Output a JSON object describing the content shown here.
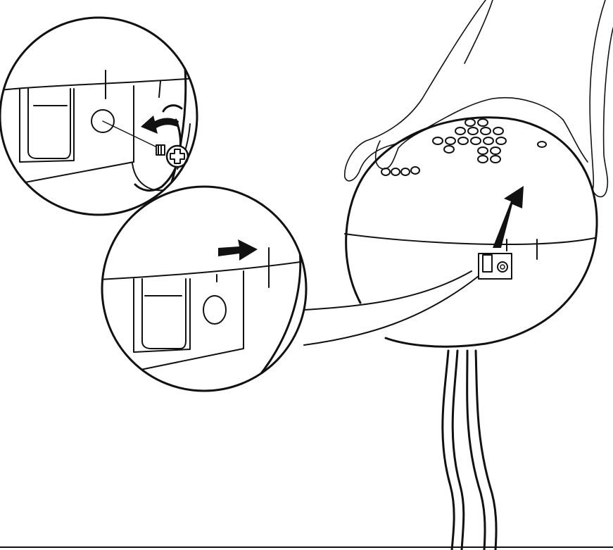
{
  "illustration": {
    "stroke_color": "#111111",
    "background": "#ffffff",
    "parts": [
      "speaker-dome",
      "hand",
      "speaker-grille",
      "cable-bundle",
      "zoom-callout-screw-removal",
      "zoom-callout-slide-lock",
      "rotate-arrow",
      "lift-arrow",
      "slide-arrow"
    ]
  }
}
